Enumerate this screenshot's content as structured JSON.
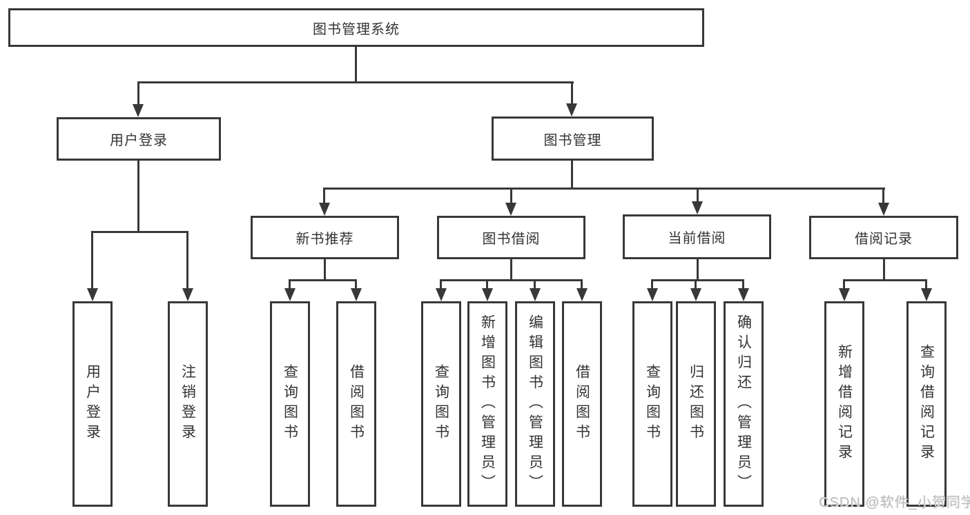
{
  "nodes": {
    "root": "图书管理系统",
    "user_login": "用户登录",
    "book_mgmt": "图书管理",
    "new_book_rec": "新书推荐",
    "book_borrow": "图书借阅",
    "current_borrow": "当前借阅",
    "borrow_records": "借阅记录"
  },
  "leaves": {
    "user_login": [
      "用户登录",
      "注销登录"
    ],
    "new_book_rec": [
      "查询图书",
      "借阅图书"
    ],
    "book_borrow": [
      "查询图书",
      "新增图书（管理员）",
      "编辑图书（管理员）",
      "借阅图书"
    ],
    "current_borrow": [
      "查询图书",
      "归还图书",
      "确认归还（管理员）"
    ],
    "borrow_records": [
      "新增借阅记录",
      "查询借阅记录"
    ]
  },
  "watermark": "CSDN @软件_小贺同学",
  "colors": {
    "line": "#383838",
    "text": "#333333",
    "watermark": "#bdbdbd",
    "background": "#ffffff"
  }
}
